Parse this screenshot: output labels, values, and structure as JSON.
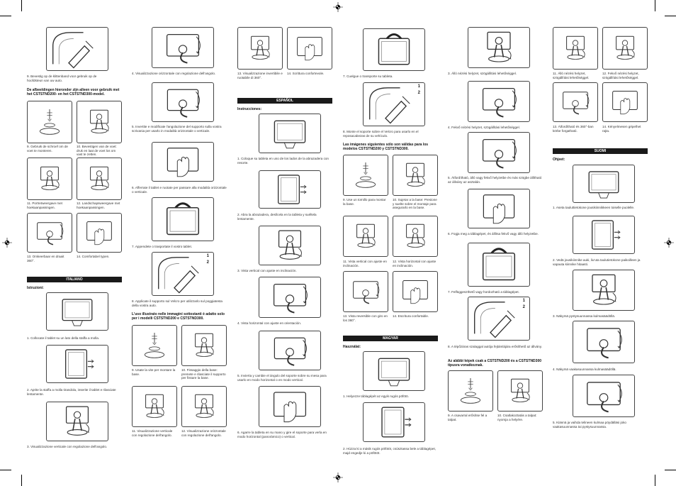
{
  "col1": {
    "step9": "9.  Bevestig op de klittenband voor gebruik op de hoofdsteun van uw auto.",
    "intro": "De afbeeldingen hieronder zijn alleen voor gebruik met het CSTSTND200- en het CSTSTND300-model.",
    "cap9": "9.   Gebruik de schroef om de voet te monteren.",
    "cap10": "10. Bevestigen van de voet: druk en laat de voet los om vast te zetten.",
    "cap11": "11. Portretweergave met hoekaanpassingen.",
    "cap12": "12. Landschapsweergave met hoekaanpassingen.",
    "cap13": "13. Omkeerbaar en draait 360°.",
    "cap14": "14. Comfortabel typen.",
    "header": "ITALIANO",
    "instr": "Istruzioni:",
    "step1": "1.   Collocate il tablet su un lato della staffa a molla.",
    "step2": "2.   Aprite la staffa a molla tirandola, inserite il tablet e rilasciate lentamente.",
    "step3": "3.   Visualizzazione verticale con regolazione dell'angolo."
  },
  "col2": {
    "step4": "4.   Visualizzazione orizzontale con regolazione dell'angolo.",
    "step5": "5.   Invertite e modificate l'angolazione del supporto sulla vostra scrivania per usarlo in modalità orizzontale o verticale.",
    "step6": "6.   Afferrate il tablet e ruotate per passare alla modalità orizzontale o verticale.",
    "step7": "7.   Appendete o trasportate il vostro tablet.",
    "step8": "8.   Applicate il supporto sul Velcro per utilizzarlo sul poggiatesta della vostra auto.",
    "intro": "L'uso illustrato nelle immagini sottostanti è adatto solo per i modelli CSTSTND200 e CSTSTND300.",
    "cap9": "9.   Usate la vite per montare la base.",
    "cap10": "10. Fissaggio della base: premete e rilasciate il supporto per fissare la base.",
    "cap11": "11. Visualizzazione verticale con regolazione dell'angolo.",
    "cap12": "12. Visualizzazione orizzontale con regolazione dell'angolo.",
    "n1": "1",
    "n2": "2"
  },
  "col3": {
    "cap13": "13. Visualizzazione invertibile e ruotabile di 360°.",
    "cap14": "14. Scrittura confortevole.",
    "header": "ESPAÑOL",
    "instr": "Instrucciones:",
    "step1": "1.   Coloque su tableta en uno de los lados de la abrazadera con resorte.",
    "step2": "2.   Abra la abrazadera, deslícela en la tableta y suéltela lentamente.",
    "step3": "3.   Vista vertical con ajuste en inclinación.",
    "step4": "4.   Vista horizontal con ajuste en orientación.",
    "step5": "5.   Invierta y cambie el ángulo del soporte sobre su mesa para usarlo en modo horizontal o en modo vertical.",
    "step6": "6.   Agarre la tableta en su mano y gire el soporte para verla en modo horizontal (panorámico) o vertical."
  },
  "col4": {
    "step7": "7.   Cuelgue o transporte su tableta.",
    "step8": "8.   Monte el soporte sobre el Velcro para usarlo en el reposacabezas de su vehículo.",
    "intro": "Las imágenes siguientes sólo son válidas para los modelos CSTSTND200 y CSTSTND300.",
    "cap9": "9.   Use un tornillo para montar la base.",
    "cap10": "10. Sujetar a la base: Presione y suelte sobre el montaje para asegurarlo en la base.",
    "cap11": "11. Vista vertical con ajuste en inclinación.",
    "cap12": "12. Vista horizontal con ajuste en inclinación.",
    "cap13": "13. Vista reversible con giro en los 360°.",
    "cap14": "14. Escritura confortable.",
    "header": "MAGYAR",
    "instr": "Használat:",
    "step1": "1.   Helyezze táblagépét az egyik rugós pöfötö.",
    "step2": "2.   Húzza ki a másik rugós pöfötöt, csúsztassa bele a táblagépet, majd engedje ki a pöfötöt.",
    "n1": "1",
    "n2": "2"
  },
  "col5": {
    "step3": "3.   Álló nézési helyzet, szögállítási lehetőséggel.",
    "step4": "4.   Fekvő nézési helyzet, szögállítási lehetőséggel.",
    "step5": "5.   Átfordítható, álló vagy fekvő helyzetbe és más szögbe állítható az állvány az asztalán.",
    "step6": "6.   Fogja meg a táblagépet, és állítsa fekvő vagy álló helyzetbe.",
    "step7": "7.   Felfüggeszthető vagy hordozható a táblagépet.",
    "step8": "8.   A tépőzáras szalaggal autója fejtámlájára erősíthető az állvány.",
    "intro": "Az alábbi képek csak a CSTSTND200 és a CSTSTND300 típusra vonatkoznak.",
    "cap9": "9.   A csavarral erősítse fel a talpat.",
    "cap10": "10. Csatlakoztatás a talpat: nyomja a helyére.",
    "n1": "1",
    "n2": "2"
  },
  "col6": {
    "cap11": "11. Álló nézési helyzet, szögállítási lehetőséggel.",
    "cap12": "12. Fekvő nézési helyzet, szögállítási lehetőséggel.",
    "cap13": "13. Átfordítható és 360°-ban körbe forgatható.",
    "cap14": "14. Kényelmesen gépelhet rajta.",
    "header": "SUOMI",
    "instr": "Ohjeet:",
    "step1": "1.   Aseta tauluttietokone jousikiinnikkeen toiselle puolelle.",
    "step2": "2.   Vedä jousikiinnike auki, liu'uta taulutietokone paikoilleen ja vapauta kiinnike hitaasti.",
    "step3": "3.   Näkymä pystysuunnassa kulmasäädöllä.",
    "step4": "4.   Näkymä vaakasuunnassa kulmasäädöllä.",
    "step5": "5.   Kiännä ja vaihda telineen kulmaa pöydälläsi joko vaakasuunnassa tai pystysuunnassa."
  }
}
